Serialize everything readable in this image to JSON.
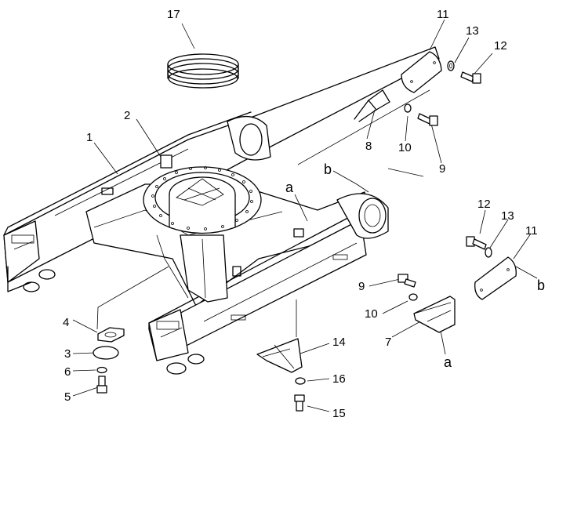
{
  "callouts": {
    "c1": "1",
    "c2": "2",
    "c3": "3",
    "c4": "4",
    "c5": "5",
    "c6": "6",
    "c7": "7",
    "c8": "8",
    "c9_top": "9",
    "c9_mid": "9",
    "c10_top": "10",
    "c10_mid": "10",
    "c11_top": "11",
    "c11_right": "11",
    "c12_top": "12",
    "c12_right": "12",
    "c13_top": "13",
    "c13_right": "13",
    "c14": "14",
    "c15": "15",
    "c16": "16",
    "c17": "17",
    "a_frame": "a",
    "a_bracket": "a",
    "b_frame": "b",
    "b_cover": "b"
  }
}
